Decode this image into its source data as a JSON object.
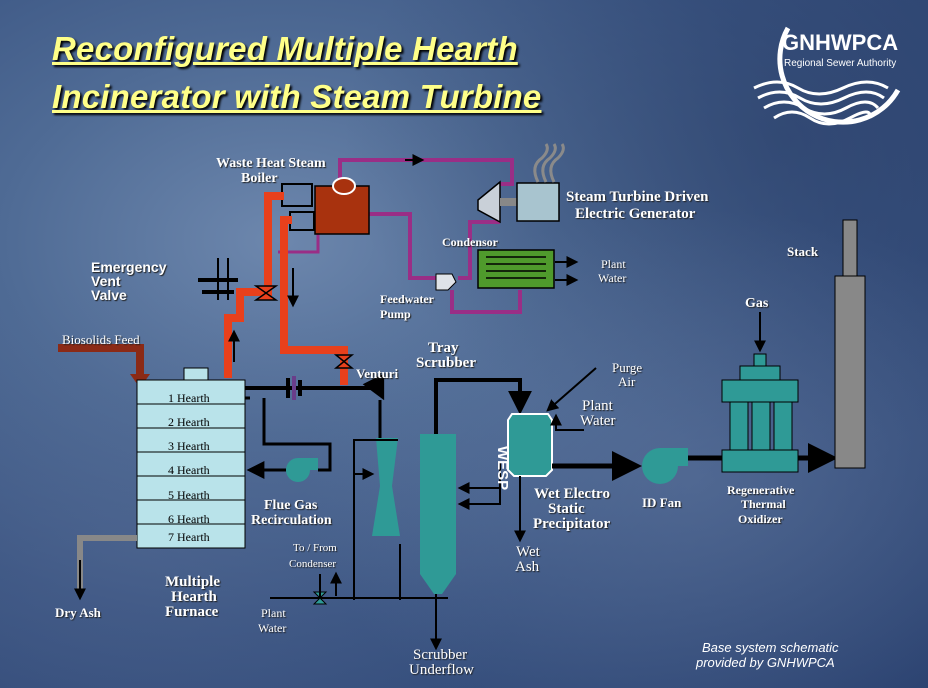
{
  "title": {
    "line1": "Reconfigured Multiple Hearth",
    "line2": "Incinerator with Steam Turbine"
  },
  "logo": {
    "name": "GNHWPCA",
    "tagline": "Regional Sewer Authority"
  },
  "labels": {
    "waste_heat_boiler_1": "Waste Heat Steam",
    "waste_heat_boiler_2": "Boiler",
    "steam_turbine_1": "Steam Turbine Driven",
    "steam_turbine_2": "Electric Generator",
    "condensor": "Condensor",
    "plant_water_top_1": "Plant",
    "plant_water_top_2": "Water",
    "feedwater_pump_1": "Feedwater",
    "feedwater_pump_2": "Pump",
    "emergency_vent_1": "Emergency",
    "emergency_vent_2": "Vent",
    "emergency_vent_3": "Valve",
    "biosolids_feed": "Biosolids Feed",
    "venturi": "Venturi",
    "tray_scrubber_1": "Tray",
    "tray_scrubber_2": "Scrubber",
    "purge_air_1": "Purge",
    "purge_air_2": "Air",
    "plant_water_wesp_1": "Plant",
    "plant_water_wesp_2": "Water",
    "wesp": "WESP",
    "wet_electro_1": "Wet Electro",
    "wet_electro_2": "Static",
    "wet_electro_3": "Precipitator",
    "wet_ash_1": "Wet",
    "wet_ash_2": "Ash",
    "id_fan": "ID Fan",
    "rto_1": "Regenerative",
    "rto_2": "Thermal",
    "rto_3": "Oxidizer",
    "gas": "Gas",
    "stack": "Stack",
    "flue_gas_1": "Flue Gas",
    "flue_gas_2": "Recirculation",
    "to_from_1": "To / From",
    "to_from_2": "Condenser",
    "plant_water_bottom_1": "Plant",
    "plant_water_bottom_2": "Water",
    "multiple_hearth_1": "Multiple",
    "multiple_hearth_2": "Hearth",
    "multiple_hearth_3": "Furnace",
    "dry_ash": "Dry Ash",
    "scrubber_underflow_1": "Scrubber",
    "scrubber_underflow_2": "Underflow"
  },
  "hearths": [
    "1 Hearth",
    "2 Hearth",
    "3 Hearth",
    "4 Hearth",
    "5 Hearth",
    "6 Hearth",
    "7 Hearth"
  ],
  "credit": {
    "line1": "Base system schematic",
    "line2": "provided by GNHWPCA"
  },
  "colors": {
    "title": "#ffff88",
    "hot_gas": "#e8401c",
    "steam": "#9a2e86",
    "equipment_teal": "#2f9a96",
    "furnace": "#b9e3ea",
    "boiler": "#a8320e",
    "condensor": "#4f9a2c",
    "biosolids": "#8b2a16"
  }
}
